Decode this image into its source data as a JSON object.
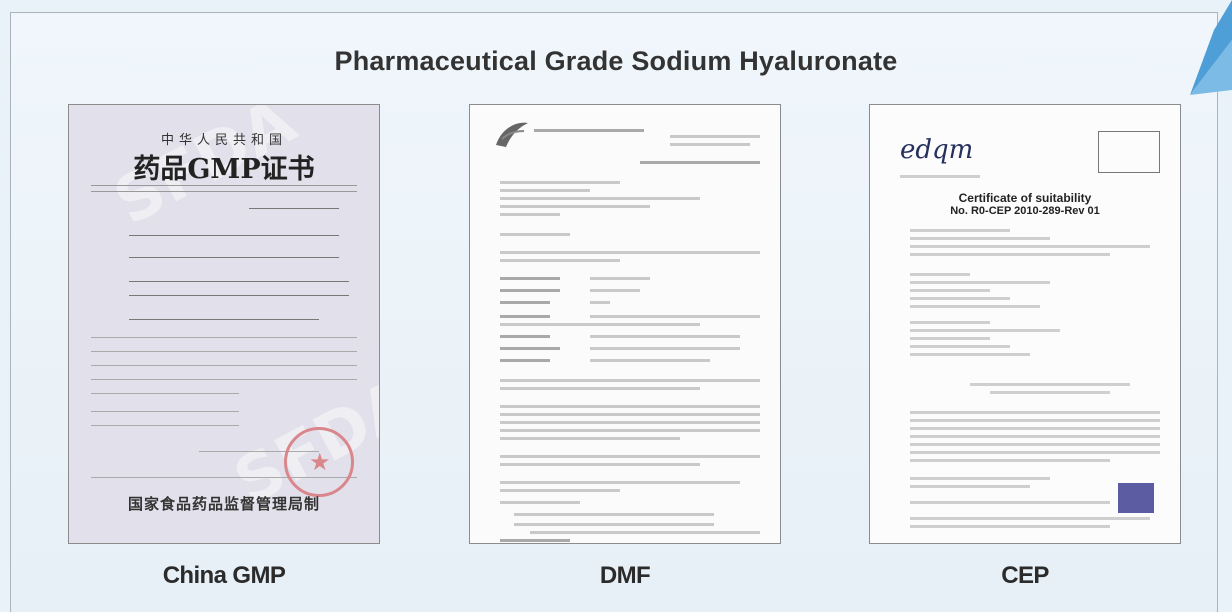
{
  "page_title": "Pharmaceutical Grade Sodium Hyaluronate",
  "certificates": [
    {
      "label": "China GMP",
      "doc": {
        "header_small": "中华人民共和国",
        "header_big": "药品GMP证书",
        "footer": "国家食品药品监督管理局制",
        "watermark": "SFDA"
      }
    },
    {
      "label": "DMF"
    },
    {
      "label": "CEP",
      "doc": {
        "logo": "edqm",
        "title_line1": "Certificate of suitability",
        "title_line2": "No. R0-CEP 2010-289-Rev 01"
      }
    }
  ],
  "colors": {
    "background": "#e9f2f8",
    "title": "#333333",
    "corner_accent": "#4e9ed8"
  }
}
